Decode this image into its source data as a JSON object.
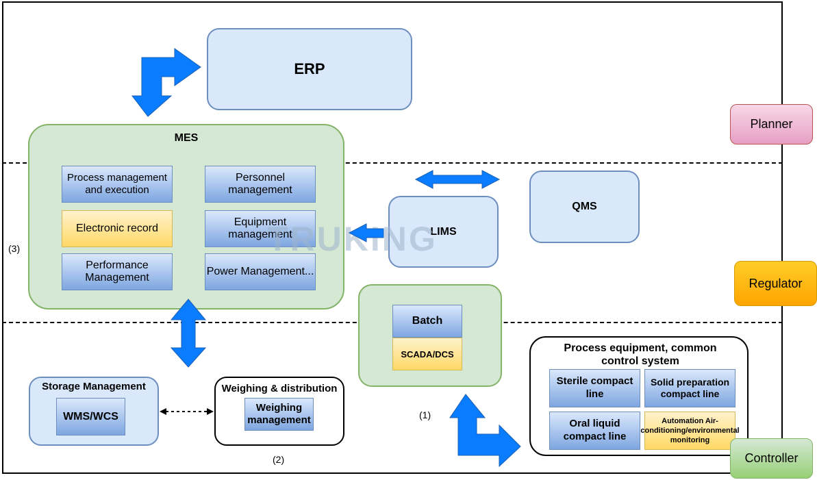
{
  "diagram": {
    "erp": "ERP",
    "mes": {
      "title": "MES",
      "process_management": "Process management and execution",
      "electronic_record": "Electronic record",
      "performance_management": "Performance Management",
      "personnel_management": "Personnel management",
      "equipment_management": "Equipment management",
      "power_management": "Power Management..."
    },
    "lims": "LIMS",
    "qms": "QMS",
    "batch": "Batch",
    "scada_dcs": "SCADA/DCS",
    "storage": {
      "title": "Storage Management",
      "wms_wcs": "WMS/WCS"
    },
    "weighing": {
      "title": "Weighing & distribution",
      "management": "Weighing management"
    },
    "process_equipment": {
      "title": "Process equipment, common control system",
      "sterile": "Sterile compact line",
      "solid": "Solid preparation compact line",
      "oral": "Oral liquid compact line",
      "automation": "Automation Air-conditioning/environmental monitoring"
    },
    "roles": {
      "planner": "Planner",
      "regulator": "Regulator",
      "controller": "Controller"
    },
    "labels": {
      "one": "(1)",
      "two": "(2)",
      "three": "(3)"
    },
    "watermark": "TRUKING",
    "colors": {
      "arrow_blue": "#0a7cff",
      "planner": "#e6a0c4",
      "regulator": "#ffa500",
      "controller": "#97d077"
    }
  }
}
